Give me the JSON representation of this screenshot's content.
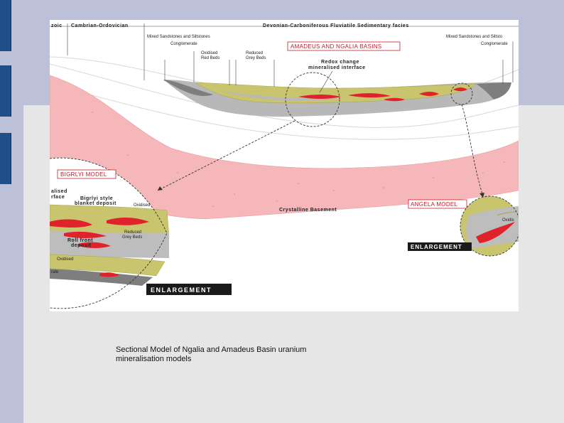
{
  "slide": {
    "caption": "Sectional Model of Ngalia and Amadeus Basin uranium mineralisation models"
  },
  "diagram": {
    "periods": {
      "left_cut": "zoic",
      "cambrian": "Cambrian-Ordovician",
      "devonian": "Devonian-Carboniferous Fluviatile Sedimentary facies"
    },
    "facies": {
      "mixed_left": "Mixed Sandstones and Siltstones",
      "conglomerate_left": "Conglomerate",
      "oxidised": "Oxidised",
      "red_beds": "Red Beds",
      "reduced": "Reduced",
      "grey_beds": "Grey Beds",
      "mixed_right": "Mixed Sandstones and Siltsto",
      "conglomerate_right": "Conglomerate"
    },
    "basin_title": "AMADEUS AND NGALIA BASINS",
    "redox_line1": "Redox change",
    "redox_line2": "mineralised interface",
    "basement": "Crystalline Basement",
    "bigrlyi": {
      "title": "BIGRLYI MODEL",
      "interface_line1": "alised",
      "interface_line2": "rface",
      "style_line1": "Bigrlyi style",
      "style_line2": "blanket deposit",
      "oxidised": "Oxidised",
      "reduced_line1": "Reduced",
      "reduced_line2": "Grey Beds",
      "roll_line1": "Roll front",
      "roll_line2": "deposit",
      "oxidised_lower": "Oxidised",
      "rate": "rate",
      "enlargement": "ENLARGEMENT"
    },
    "angela": {
      "title": "ANGELA MODEL",
      "oxidised": "Oxidis",
      "enlargement": "ENLARGEMENT"
    }
  }
}
